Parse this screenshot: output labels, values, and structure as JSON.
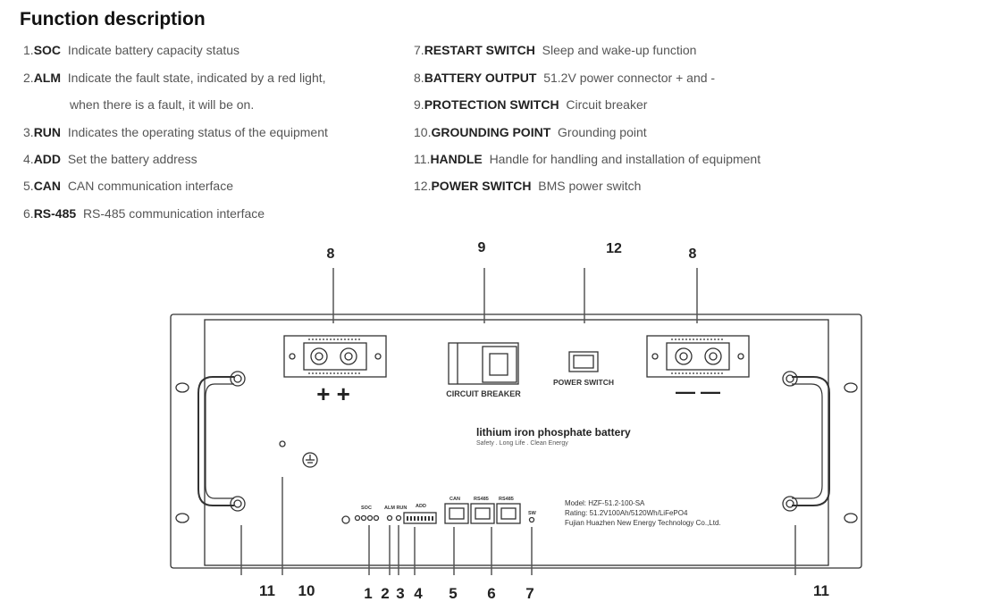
{
  "title": "Function description",
  "descriptions_left": [
    {
      "num": "1.",
      "title": "SOC",
      "text": "Indicate battery capacity status"
    },
    {
      "num": "2.",
      "title": "ALM",
      "text": "Indicate the fault state, indicated by a red light,"
    },
    {
      "num": "",
      "title": "",
      "text": "when there is a fault, it will be on."
    },
    {
      "num": "3.",
      "title": "RUN",
      "text": "Indicates the operating status of the equipment"
    },
    {
      "num": "4.",
      "title": "ADD",
      "text": "Set the battery address"
    },
    {
      "num": "5.",
      "title": "CAN",
      "text": "CAN communication interface"
    },
    {
      "num": "6.",
      "title": "RS-485",
      "text": "RS-485 communication interface"
    }
  ],
  "descriptions_right": [
    {
      "num": "7.",
      "title": "RESTART SWITCH",
      "text": "Sleep and wake-up function"
    },
    {
      "num": "8.",
      "title": "BATTERY OUTPUT",
      "text": "51.2V power connector + and -"
    },
    {
      "num": "9.",
      "title": "PROTECTION SWITCH",
      "text": "Circuit breaker"
    },
    {
      "num": "10.",
      "title": "GROUNDING POINT",
      "text": "Grounding point"
    },
    {
      "num": "11.",
      "title": "HANDLE",
      "text": "Handle for handling and installation of equipment"
    },
    {
      "num": "12.",
      "title": "POWER SWITCH",
      "text": "BMS power switch"
    }
  ],
  "diagram": {
    "top_callouts": {
      "c8_left": "8",
      "c9": "9",
      "c12": "12",
      "c8_right": "8"
    },
    "bottom_callouts": {
      "c11_left": "11",
      "c10": "10",
      "c1": "1",
      "c2": "2",
      "c3": "3",
      "c4": "4",
      "c5": "5",
      "c6": "6",
      "c7": "7",
      "c11_right": "11"
    },
    "plus_signs": "+ +",
    "minus_signs": "— —",
    "circuit_breaker_label": "CIRCUIT BREAKER",
    "power_switch_label": "POWER SWITCH",
    "product_name": "lithium iron phosphate battery",
    "product_tagline": "Safety . Long Life . Clean Energy",
    "port_labels": {
      "soc": "SOC",
      "alm_run": "ALM RUN",
      "add": "ADD",
      "can": "CAN",
      "rs485_a": "RS485",
      "rs485_b": "RS485",
      "sw": "SW"
    },
    "model": "Model: HZF-51.2-100-SA",
    "rating": "Rating: 51.2V100Ah/5120Wh/LiFePO4",
    "manufacturer": "Fujian Huazhen New Energy Technology Co.,Ltd."
  }
}
